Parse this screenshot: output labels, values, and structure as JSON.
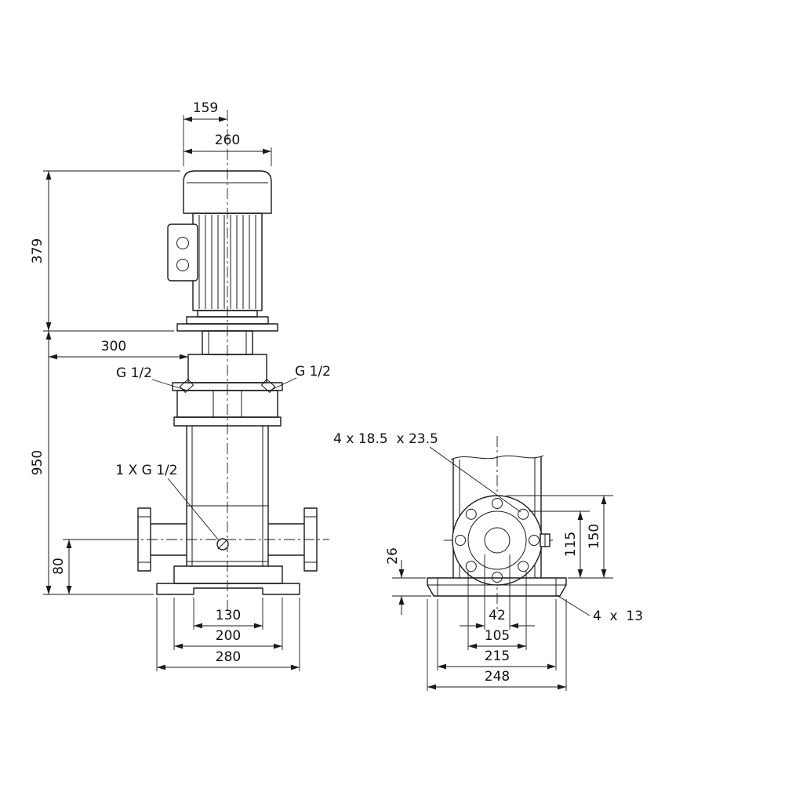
{
  "drawing": {
    "background_color": "#ffffff",
    "line_color": "#1a1a1a",
    "front_view": {
      "dim_159": "159",
      "dim_260": "260",
      "dim_379": "379",
      "dim_300": "300",
      "dim_950": "950",
      "dim_80": "80",
      "dim_130": "130",
      "dim_200": "200",
      "dim_280": "280",
      "port_left_label": "G 1/2",
      "port_right_label": "G 1/2",
      "drain_port_label": "1 X G 1/2"
    },
    "side_view": {
      "flange_holes_label": "4 x 18.5  x 23.5",
      "dim_26": "26",
      "dim_115": "115",
      "dim_150": "150",
      "dim_42": "42",
      "dim_105": "105",
      "dim_215": "215",
      "dim_248": "248",
      "base_holes_label": "4  x  13"
    }
  }
}
